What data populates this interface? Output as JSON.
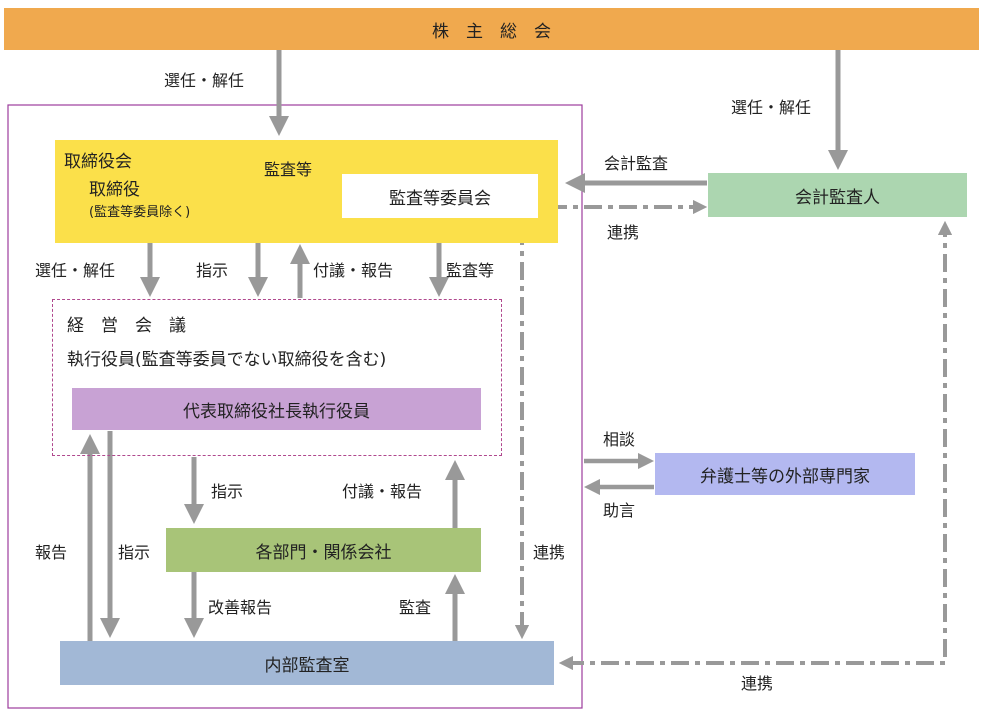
{
  "colors": {
    "shareholders": "#f0a94e",
    "board": "#fbe04a",
    "committee": "#ffffff",
    "auditor": "#acd6b0",
    "president": "#c8a2d4",
    "lawyers": "#b3b8f0",
    "departments": "#a8c478",
    "internal_audit": "#a2b8d6",
    "frame": "#9c3c9c",
    "mgmt_dash": "#b0488e",
    "arrow": "#999999"
  },
  "nodes": {
    "shareholders": "株　主　総　会",
    "board_title": "取締役会",
    "board_sub": "取締役",
    "board_note": "(監査等委員除く)",
    "committee": "監査等委員会",
    "auditor": "会計監査人",
    "mgmt_title": "経　営　会　議",
    "mgmt_sub": "執行役員(監査等委員でない取締役を含む)",
    "president": "代表取締役社長執行役員",
    "lawyers": "弁護士等の外部専門家",
    "departments": "各部門・関係会社",
    "internal_audit": "内部監査室"
  },
  "labels": {
    "elect_dismiss_top": "選任・解任",
    "elect_dismiss_right": "選任・解任",
    "accounting_audit": "会計監査",
    "cooperation_top": "連携",
    "audit_etc_board": "監査等",
    "elect_dismiss_mgmt": "選任・解任",
    "instruct_mgmt": "指示",
    "proposal_report_mgmt": "付議・報告",
    "audit_etc_mgmt": "監査等",
    "consult": "相談",
    "advice": "助言",
    "instruct_dept": "指示",
    "proposal_report_dept": "付議・報告",
    "report_left": "報告",
    "instruct_left": "指示",
    "cooperation_mid": "連携",
    "improvement_report": "改善報告",
    "audit_dept": "監査",
    "cooperation_bottom": "連携"
  }
}
